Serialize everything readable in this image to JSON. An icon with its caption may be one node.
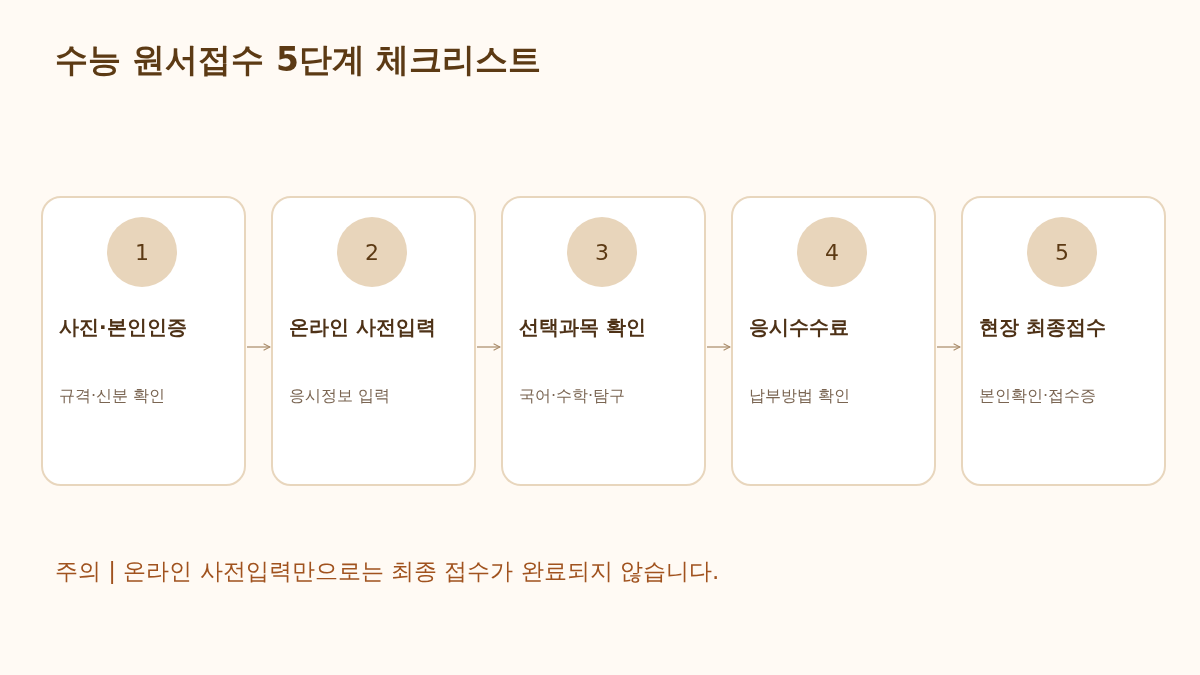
{
  "diagram": {
    "title": "수능 원서접수 5단계 체크리스트",
    "nodes": [
      {
        "text": [
          "사진·본인인증",
          "규격·신분 확인"
        ]
      },
      {
        "text": [
          "1"
        ],
        "in": 0
      },
      {
        "text": [
          "온라인 사전입력",
          "응시정보 입력"
        ]
      },
      {
        "text": [
          "2"
        ],
        "in": 2
      },
      {
        "text": [
          "선택과목 확인",
          "국어·수학·탐구"
        ]
      },
      {
        "text": [
          "3"
        ],
        "in": 4
      },
      {
        "text": [
          "응시수수료",
          "납부방법 확인"
        ]
      },
      {
        "text": [
          "4"
        ],
        "in": 6
      },
      {
        "text": [
          "현장 최종접수",
          "본인확인·접수증"
        ]
      },
      {
        "text": [
          "5"
        ],
        "in": 8
      }
    ],
    "edges": [
      {
        "from": 0,
        "to": 2,
        "arrow": "to"
      },
      {
        "from": 2,
        "to": 4,
        "arrow": "to"
      },
      {
        "from": 4,
        "to": 6,
        "arrow": "to"
      },
      {
        "from": 6,
        "to": 8,
        "arrow": "to"
      }
    ],
    "labels": [
      "주의 | 온라인 사전입력만으로는 최종 접수가 완료되지 않습니다."
    ]
  }
}
